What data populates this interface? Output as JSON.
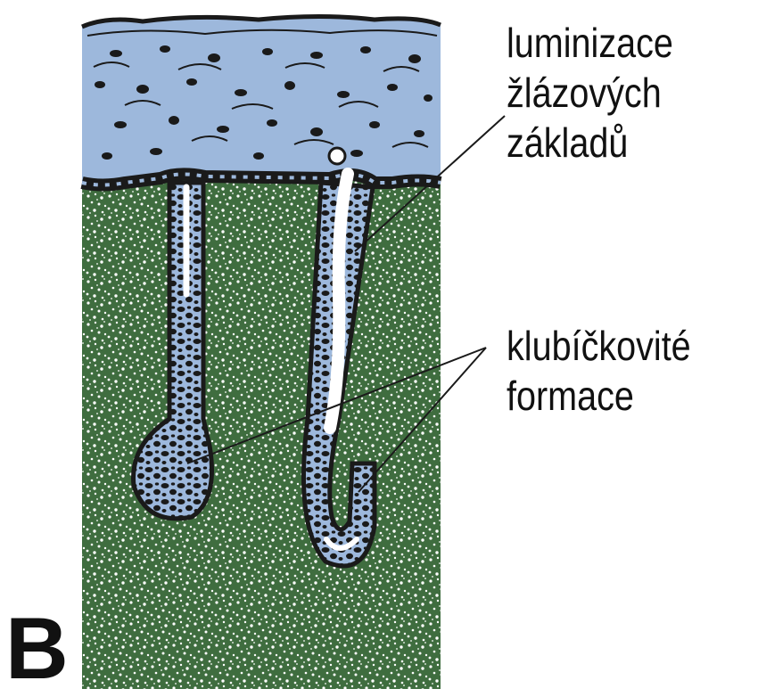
{
  "panel_letter": "B",
  "labels": {
    "lumenization": [
      "luminizace",
      "žlázových",
      "základů"
    ],
    "coiled": [
      "klubíčkovité",
      "formace"
    ]
  },
  "colors": {
    "epidermis": "#9db8dc",
    "dermis": "#3c6b3c",
    "gland_wall": "#1a1a1a",
    "lumen": "#ffffff"
  }
}
